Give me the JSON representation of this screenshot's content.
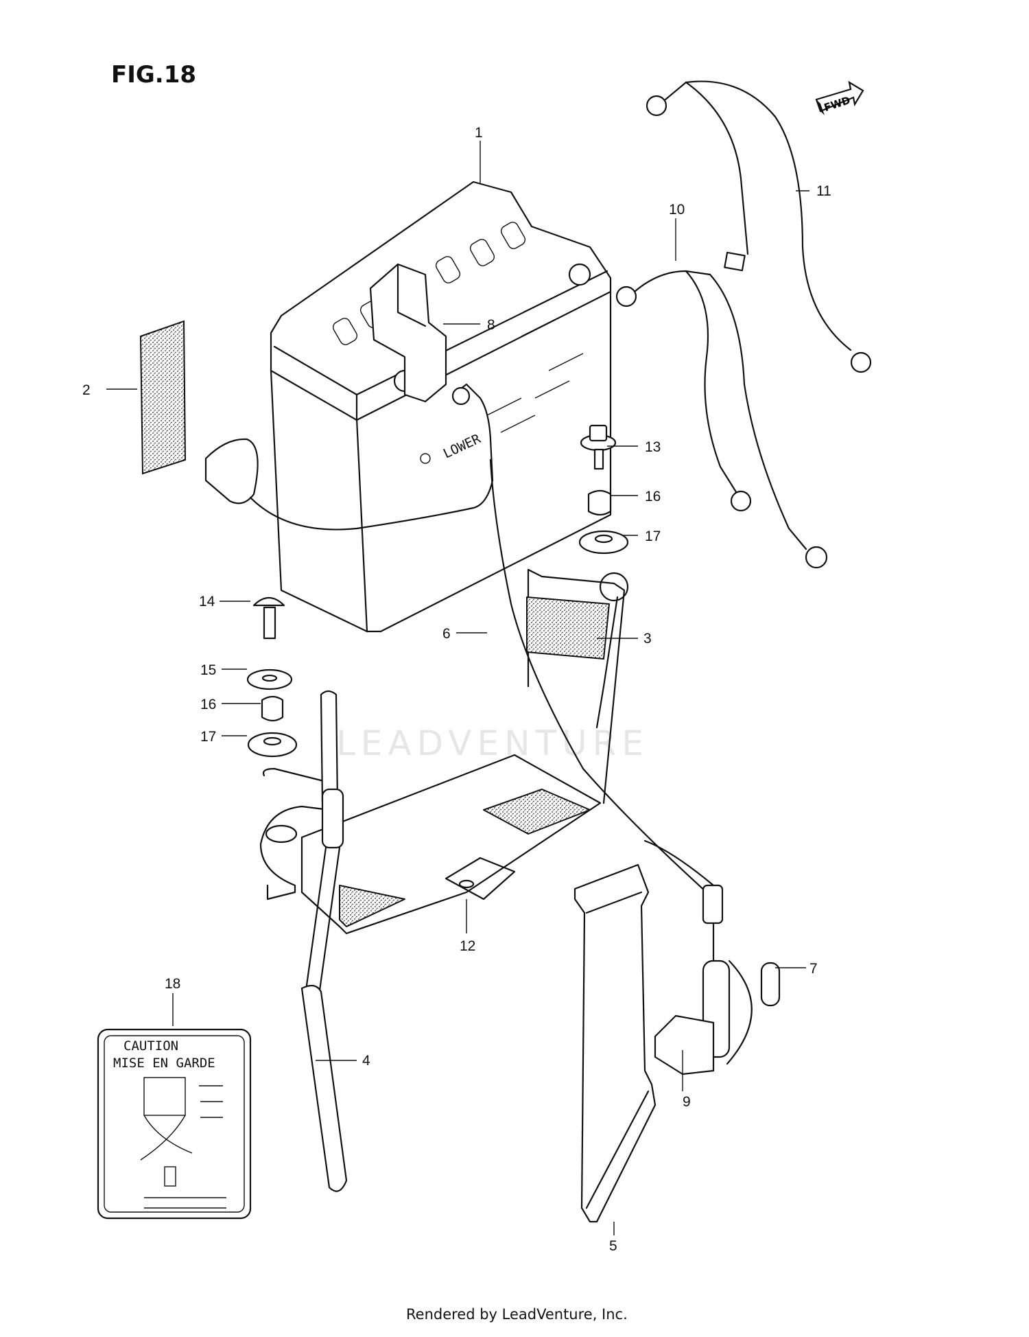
{
  "figure": {
    "title": "FIG.18",
    "fwd_label": "FWD",
    "watermark": "LEADVENTURE",
    "footer": "Rendered by LeadVenture, Inc."
  },
  "parts": [
    {
      "ref": "1"
    },
    {
      "ref": "2"
    },
    {
      "ref": "3"
    },
    {
      "ref": "4"
    },
    {
      "ref": "5"
    },
    {
      "ref": "6"
    },
    {
      "ref": "7"
    },
    {
      "ref": "8"
    },
    {
      "ref": "9"
    },
    {
      "ref": "10"
    },
    {
      "ref": "11"
    },
    {
      "ref": "12"
    },
    {
      "ref": "13"
    },
    {
      "ref": "14"
    },
    {
      "ref": "15"
    },
    {
      "ref": "16"
    },
    {
      "ref": "16"
    },
    {
      "ref": "17"
    },
    {
      "ref": "17"
    },
    {
      "ref": "18"
    }
  ],
  "caution_label": {
    "line1": "CAUTION",
    "line2": "MISE EN GARDE"
  },
  "battery_marking": "LOWER"
}
